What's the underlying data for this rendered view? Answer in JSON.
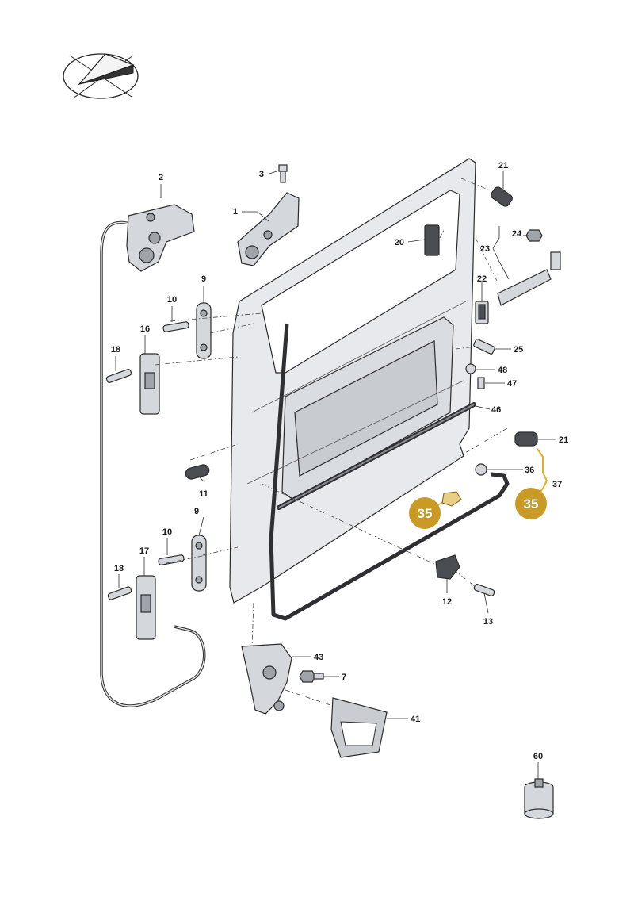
{
  "colors": {
    "hotspot": "#c99a24",
    "hotspot_text": "#ffffff",
    "hotspot_leader": "#e2b11a",
    "metal": "#d4d7db",
    "rubber": "#4a4d51"
  },
  "icons": [
    "orientation-view-icon"
  ],
  "labels": {
    "n1": "1",
    "n2": "2",
    "n3": "3",
    "n9a": "9",
    "n9b": "9",
    "n10a": "10",
    "n10b": "10",
    "n11": "11",
    "n12": "12",
    "n13": "13",
    "n16": "16",
    "n17": "17",
    "n18a": "18",
    "n18b": "18",
    "n20": "20",
    "n21a": "21",
    "n21b": "21",
    "n22": "22",
    "n23": "23",
    "n24": "24",
    "n25": "25",
    "n36": "36",
    "n37": "37",
    "n41": "41",
    "n43": "43",
    "n46": "46",
    "n47": "47",
    "n48": "48",
    "n60": "60",
    "n7": "7"
  },
  "hotspots": {
    "left": "35",
    "right": "35"
  }
}
